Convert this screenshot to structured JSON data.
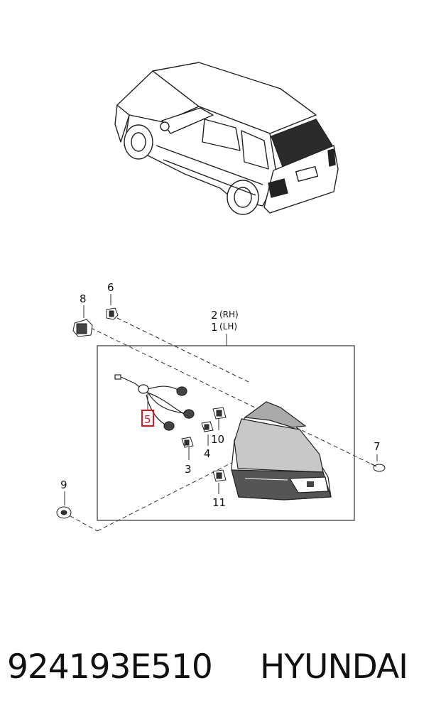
{
  "callouts": {
    "c1": "1",
    "c1_side": "(LH)",
    "c2": "2",
    "c2_side": "(RH)",
    "c3": "3",
    "c4": "4",
    "c5": "5",
    "c6": "6",
    "c7": "7",
    "c8": "8",
    "c9": "9",
    "c10": "10",
    "c11": "11"
  },
  "highlight_color": "#e0141e",
  "footer": {
    "part_number": "924193E510",
    "brand": "HYUNDAI"
  }
}
